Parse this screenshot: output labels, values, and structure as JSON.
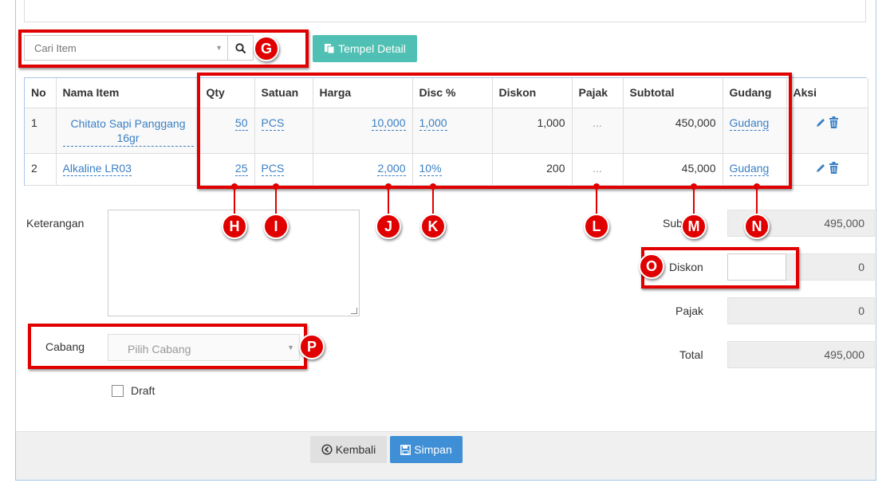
{
  "search": {
    "placeholder": "Cari Item"
  },
  "toolbar": {
    "tempel_label": "Tempel Detail"
  },
  "table": {
    "headers": [
      "No",
      "Nama Item",
      "Qty",
      "Satuan",
      "Harga",
      "Disc %",
      "Diskon",
      "Pajak",
      "Subtotal",
      "Gudang",
      "Aksi"
    ],
    "rows": [
      {
        "no": "1",
        "nama": "Chitato Sapi Panggang 16gr",
        "qty": "50",
        "satuan": "PCS",
        "harga": "10,000",
        "disc_pct": "1,000",
        "diskon": "1,000",
        "pajak": "...",
        "subtotal": "450,000",
        "gudang": "Gudang"
      },
      {
        "no": "2",
        "nama": "Alkaline LR03",
        "qty": "25",
        "satuan": "PCS",
        "harga": "2,000",
        "disc_pct": "10%",
        "diskon": "200",
        "pajak": "...",
        "subtotal": "45,000",
        "gudang": "Gudang"
      }
    ]
  },
  "form": {
    "keterangan_label": "Keterangan",
    "cabang_label": "Cabang",
    "cabang_placeholder": "Pilih Cabang",
    "draft_label": "Draft"
  },
  "summary": {
    "subtotal_label": "Sub",
    "subtotal_value": "495,000",
    "diskon_label": "Diskon",
    "diskon_value": "0",
    "pajak_label": "Pajak",
    "pajak_value": "0",
    "total_label": "Total",
    "total_value": "495,000"
  },
  "footer": {
    "kembali_label": "Kembali",
    "simpan_label": "Simpan"
  },
  "callouts": {
    "g": "G",
    "h": "H",
    "i": "I",
    "j": "J",
    "k": "K",
    "l": "L",
    "m": "M",
    "n": "N",
    "o": "O",
    "p": "P"
  },
  "colors": {
    "annotation_red": "#e00000",
    "teal_button": "#4fc0b3",
    "primary_button": "#3f8fd6",
    "link_blue": "#3a7fc4"
  }
}
